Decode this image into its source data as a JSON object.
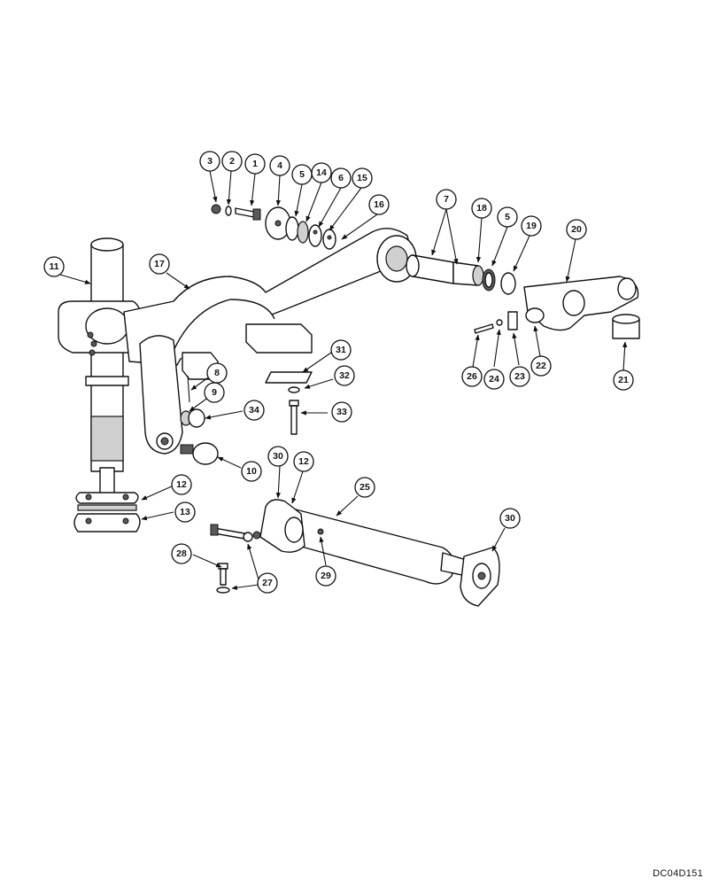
{
  "drawing_code": "DC04D151",
  "callouts": [
    "3",
    "2",
    "1",
    "4",
    "5",
    "14",
    "6",
    "15",
    "16",
    "7",
    "18",
    "5",
    "19",
    "20",
    "11",
    "17",
    "26",
    "24",
    "23",
    "22",
    "21",
    "31",
    "32",
    "8",
    "9",
    "34",
    "33",
    "10",
    "30",
    "12",
    "25",
    "12",
    "13",
    "30",
    "28",
    "27",
    "29"
  ]
}
